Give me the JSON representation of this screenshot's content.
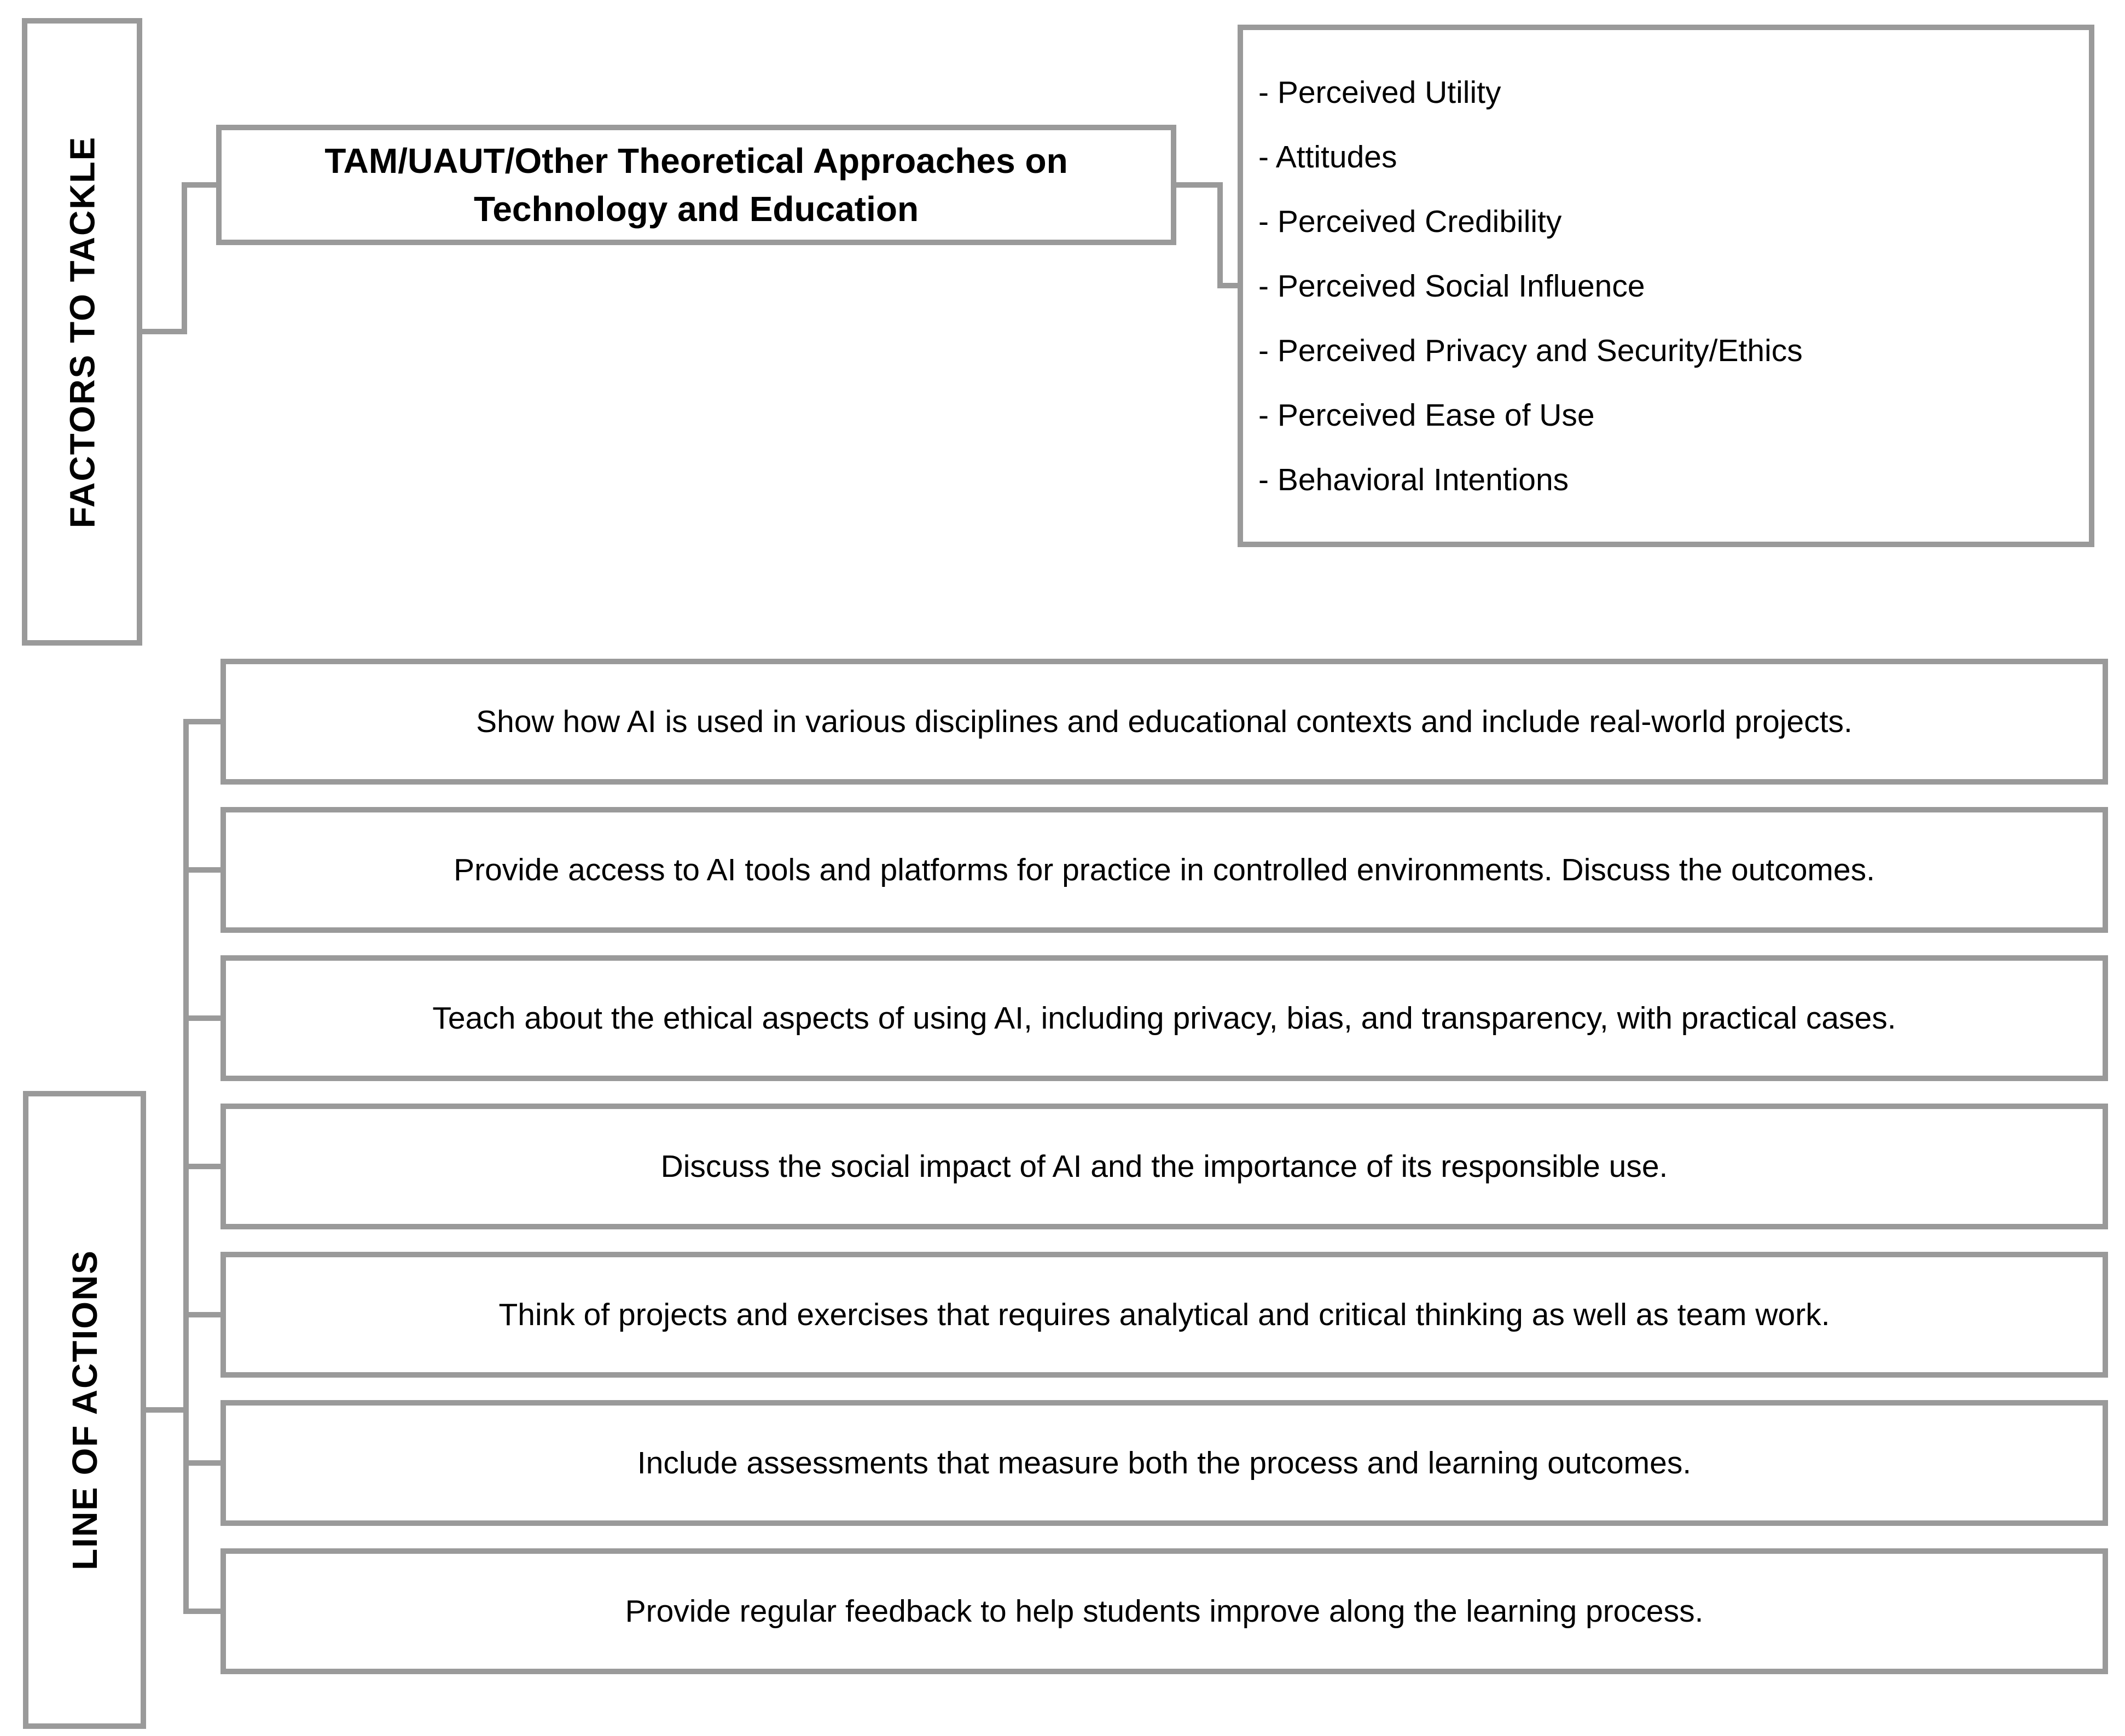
{
  "colors": {
    "border": "#9a9a9a",
    "text": "#000000",
    "background": "#ffffff"
  },
  "factors_section": {
    "side_label": "FACTORS TO TACKLE",
    "theory_box": {
      "title_line1": "TAM/UAUT/Other Theoretical Approaches on",
      "title_line2": "Technology and Education"
    },
    "bullet_prefix": "- ",
    "factors": [
      "Perceived Utility",
      "Attitudes",
      "Perceived Credibility",
      "Perceived Social Influence",
      "Perceived Privacy and Security/Ethics",
      "Perceived Ease of Use",
      "Behavioral Intentions"
    ]
  },
  "actions_section": {
    "side_label": "LINE OF ACTIONS",
    "actions": [
      "Show how AI is used in various disciplines and educational contexts and include real-world projects.",
      "Provide access to AI tools and platforms for practice in controlled environments. Discuss the outcomes.",
      "Teach about the ethical aspects of using AI, including privacy, bias, and transparency, with practical cases.",
      "Discuss the social impact of AI and the importance of its responsible use.",
      "Think of projects and exercises that requires analytical and critical thinking as well as team work.",
      "Include assessments that measure both the process and learning outcomes.",
      "Provide regular feedback to help students improve along the learning process."
    ]
  }
}
